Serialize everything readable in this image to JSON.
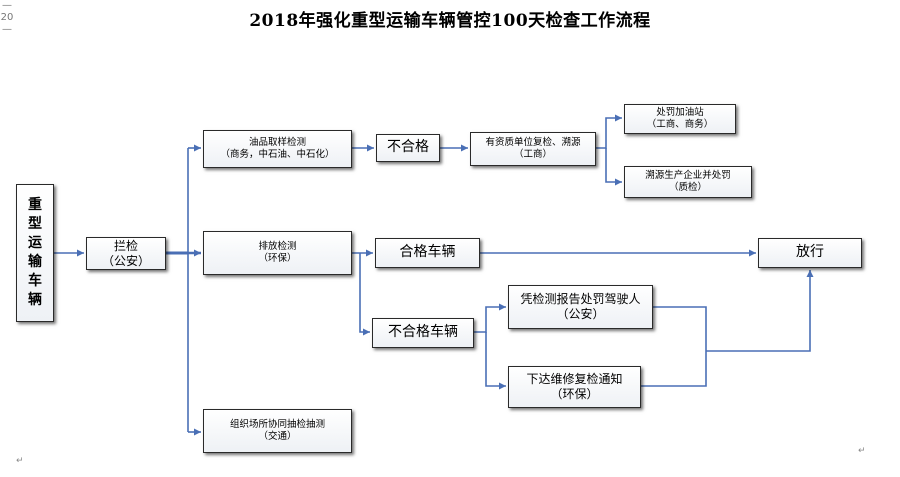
{
  "title": "2018年强化重型运输车辆管控100天检查工作流程",
  "page_number": "— 20 —",
  "nodes": {
    "vehicle": [
      "重",
      "型",
      "运",
      "输",
      "车",
      "辆"
    ],
    "intercept": {
      "line1": "拦检",
      "line2": "（公安）"
    },
    "oil_test": {
      "line1": "油品取样检测",
      "line2": "（商务，中石油、中石化）"
    },
    "oil_fail": "不合格",
    "recheck": {
      "line1": "有资质单位复检、溯源",
      "line2": "（工商）"
    },
    "penalize_station": {
      "line1": "处罚加油站",
      "line2": "（工商、商务）"
    },
    "trace_manufacturer": {
      "line1": "溯源生产企业并处罚",
      "line2": "（质检）"
    },
    "emission_test": {
      "line1": "排放检测",
      "line2": "（环保）"
    },
    "pass_vehicle": "合格车辆",
    "release": "放行",
    "fail_vehicle": "不合格车辆",
    "fine_driver": {
      "line1": "凭检测报告处罚驾驶人",
      "line2": "（公安）"
    },
    "repair_notice": {
      "line1": "下达维修复检通知",
      "line2": "（环保）"
    },
    "site_check": {
      "line1": "组织场所协同抽检抽测",
      "line2": "（交通）"
    }
  },
  "colors": {
    "connector": "#4a6fb5",
    "border": "#2a2a2a"
  }
}
